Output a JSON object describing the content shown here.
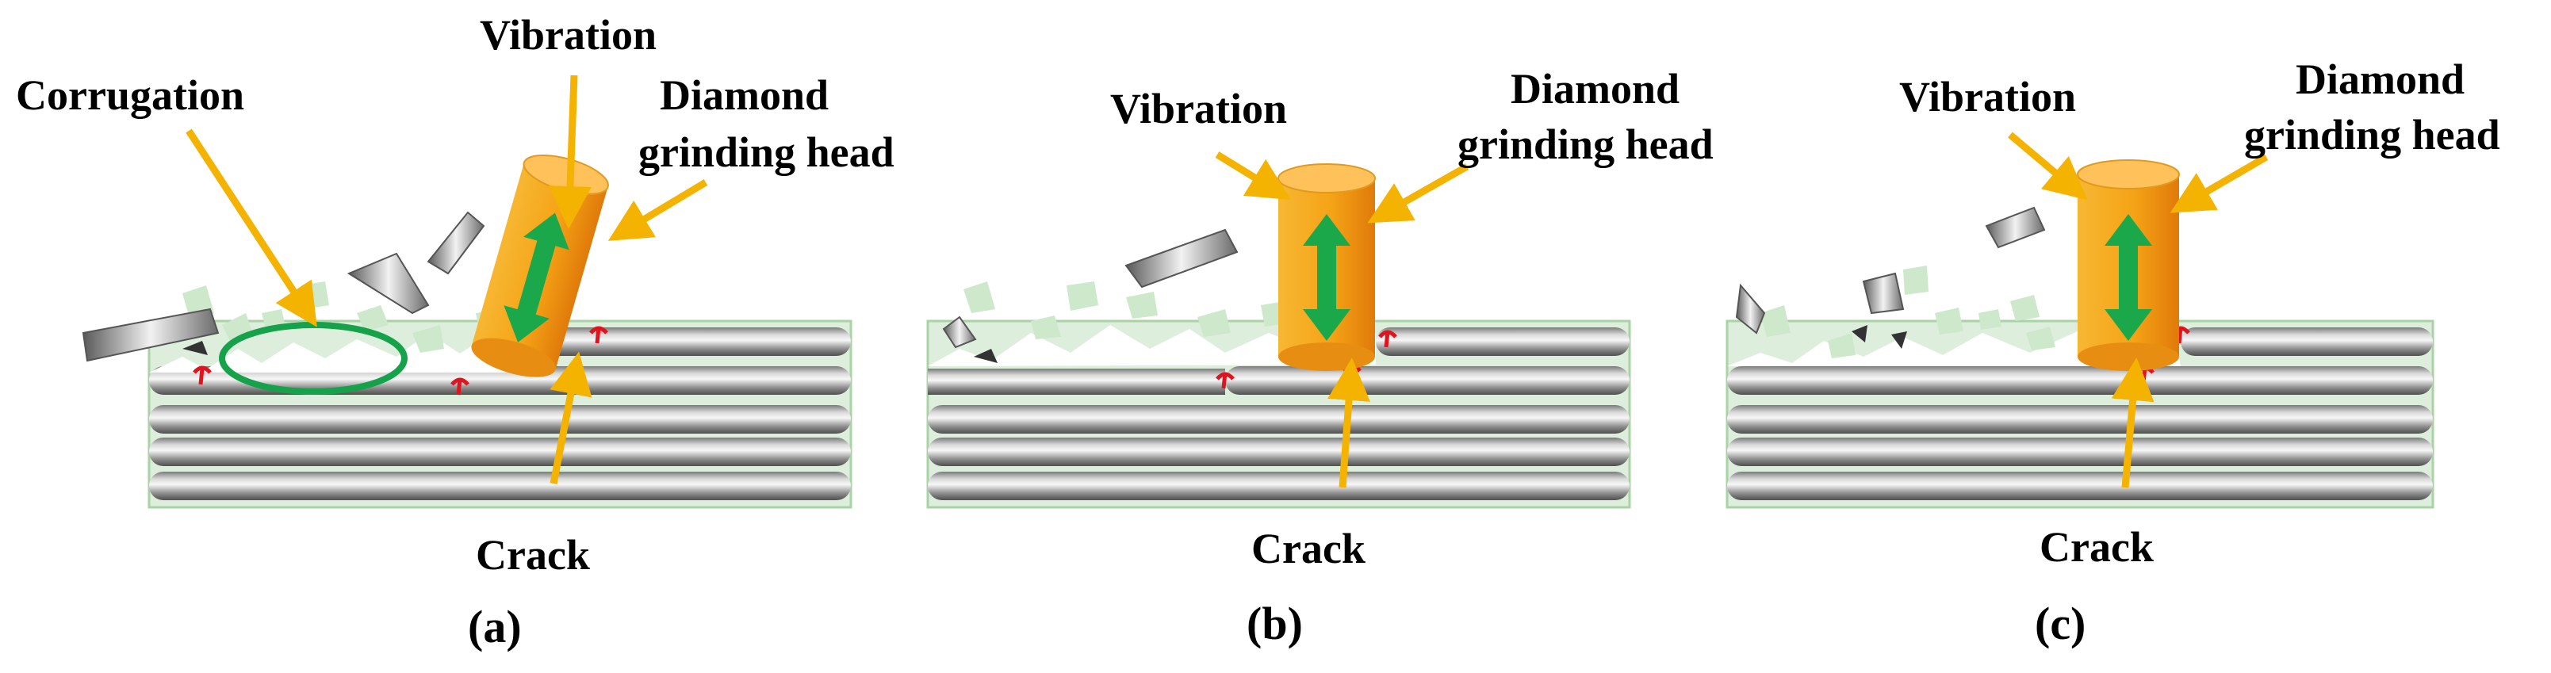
{
  "figure": {
    "panels": [
      {
        "id": "a",
        "caption": "(a)",
        "labels": {
          "vibration": "Vibration",
          "diamond_line1": "Diamond",
          "diamond_line2": "grinding head",
          "crack": "Crack",
          "corrugation": "Corrugation"
        }
      },
      {
        "id": "b",
        "caption": "(b)",
        "labels": {
          "vibration": "Vibration",
          "diamond_line1": "Diamond",
          "diamond_line2": "grinding head",
          "crack": "Crack"
        }
      },
      {
        "id": "c",
        "caption": "(c)",
        "labels": {
          "vibration": "Vibration",
          "diamond_line1": "Diamond",
          "diamond_line2": "grinding head",
          "crack": "Crack"
        }
      }
    ],
    "colors": {
      "arrow": "#F5B301",
      "vibration_arrow": "#1BA84A",
      "crack": "#E0141E",
      "corrugation_ellipse": "#16A24A",
      "matrix_fill": "#DDEFDC",
      "matrix_border": "#A9D3A4",
      "tool_body": "#F5A316",
      "tool_top": "#FFC25A",
      "fiber_dark": "#5C5C5C",
      "fiber_light": "#F2F2F2",
      "debris": "#CDE8CB"
    }
  }
}
